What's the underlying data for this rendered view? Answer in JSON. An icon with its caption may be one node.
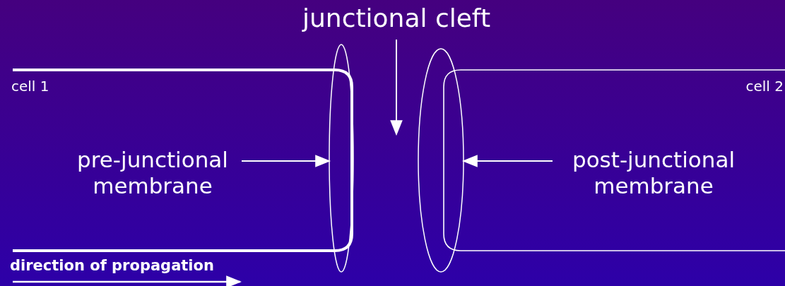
{
  "diagram": {
    "nodes": [
      {
        "text": [
          "junctional cleft"
        ]
      },
      {
        "text": [
          "cell 1"
        ]
      },
      {
        "text": [
          "pre-junctional membrane"
        ],
        "in": 1
      },
      {
        "text": [],
        "shape": "ellipse"
      },
      {
        "text": [],
        "shape": "ellipse"
      },
      {
        "text": [
          "cell 2"
        ]
      },
      {
        "text": [
          "post-junctional membrane"
        ],
        "in": 5
      }
    ],
    "edges": [
      {
        "from": 0,
        "to": null,
        "arrow": "to"
      },
      {
        "from": 2,
        "to": 3,
        "arrow": "to"
      },
      {
        "from": 6,
        "to": 4,
        "arrow": "to"
      }
    ],
    "labels": [
      "direction of propagation"
    ]
  }
}
